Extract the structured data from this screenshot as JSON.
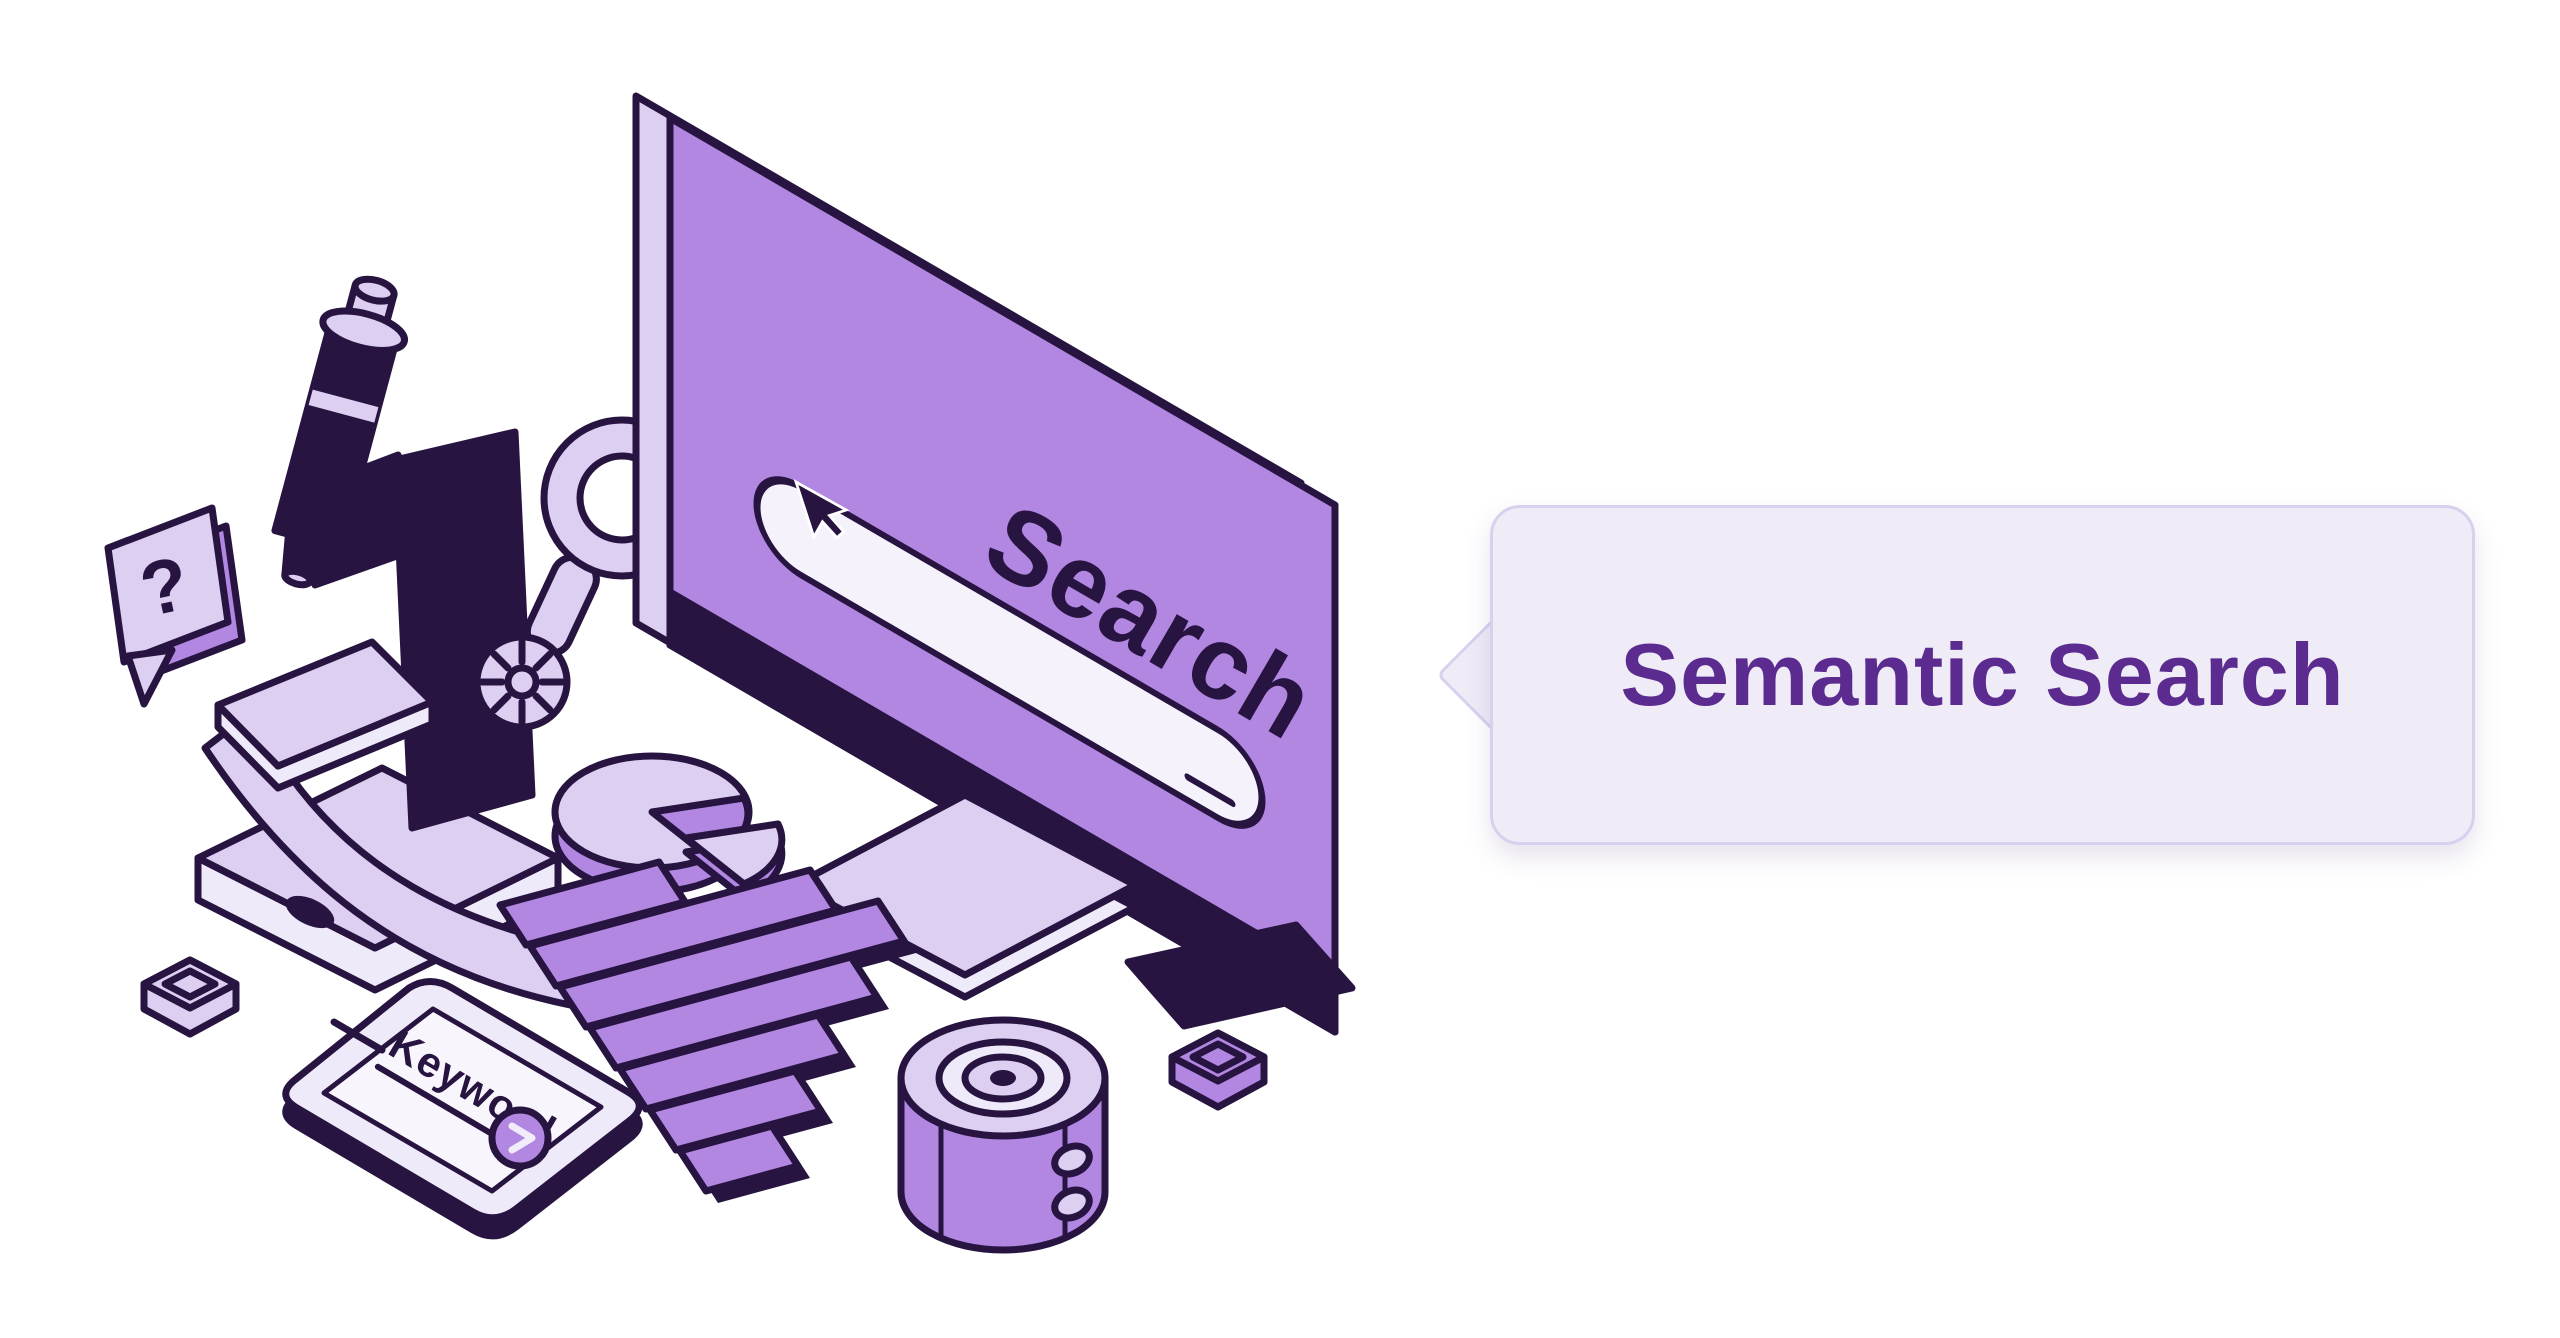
{
  "callout": {
    "label": "Semantic Search"
  },
  "illustration": {
    "monitor": {
      "search_label": "Search"
    },
    "phone": {
      "keyword_label": "Keyword"
    },
    "question_bubble": {
      "label": "?"
    }
  },
  "colors": {
    "background": "#ffffff",
    "purple_main": "#b287e2",
    "purple_light": "#dccff2",
    "purple_pale": "#efeaf9",
    "ink": "#271440",
    "callout_bg": "#efecf8",
    "callout_border": "#d8d0ee",
    "callout_text": "#5b2b8f"
  }
}
